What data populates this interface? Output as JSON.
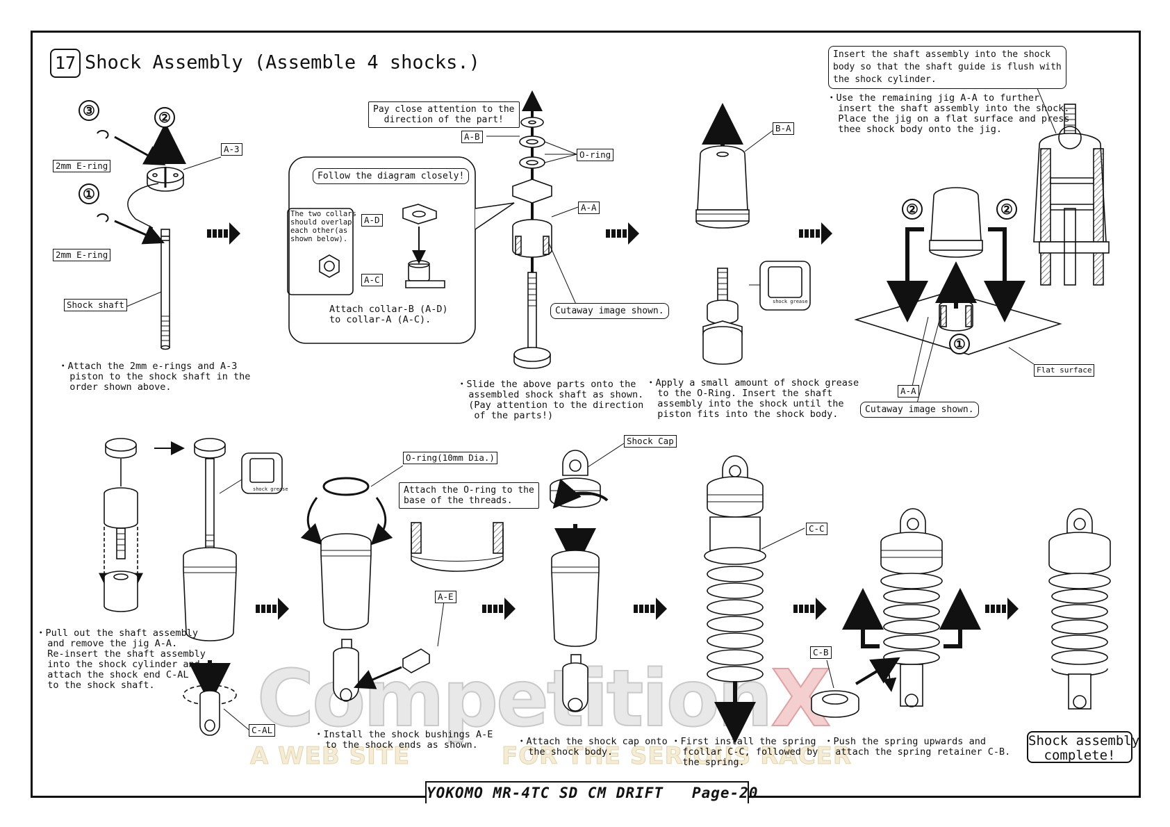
{
  "header": {
    "step_number": "17",
    "title": "Shock Assembly (Assemble 4 shocks.)"
  },
  "step1": {
    "markers": [
      "③",
      "②",
      "①"
    ],
    "labels": {
      "ering_top": "2mm E-ring",
      "ering_bottom": "2mm E-ring",
      "piston": "A-3",
      "shaft": "Shock shaft"
    },
    "note": "・Attach the 2mm e-rings and A-3\n  piston to the shock shaft in the\n  order shown above."
  },
  "step2": {
    "callout_title": "Follow the diagram closely!",
    "collar_note": "The two collars\nshould overlap\neach other(as\nshown below).",
    "labels": {
      "collar_b": "A-D",
      "collar_a": "A-C"
    },
    "collar_caption": "Attach collar-B (A-D)\nto collar-A (A-C).",
    "attention": "Pay close attention to the\ndirection of the part!",
    "part_labels": {
      "ab": "A-B",
      "oring": "O-ring",
      "aa": "A-A"
    },
    "cutaway": "Cutaway image shown.",
    "note": "・Slide the above parts onto the\n  assembled shock shaft as shown.\n  (Pay attention to the direction\n   of the parts!)"
  },
  "step3": {
    "label": "B-A",
    "grease": "shock grease",
    "note": "・Apply a small amount of shock grease\n  to the O-Ring. Insert the shaft\n  assembly into the shock until the\n  piston fits into the shock body."
  },
  "step4": {
    "instruction_box": "Insert the shaft assembly into the shock\nbody so that the shaft guide is flush with\nthe shock cylinder.",
    "note": "・Use the remaining jig A-A to further\n  insert the shaft assembly into the shock.\n  Place the jig on a flat surface and press\n  thee shock body onto the jig.",
    "markers": [
      "②",
      "②",
      "①"
    ],
    "flat_surface": "Flat surface",
    "jig_label": "A-A",
    "cutaway": "Cutaway image shown."
  },
  "step5": {
    "grease": "shock grease",
    "end_label": "C-AL",
    "note": "・Pull out the shaft assembly\n  and remove the jig A-A.\n  Re-insert the shaft assembly\n  into the shock cylinder and\n  attach the shock end C-AL\n  to the shock shaft."
  },
  "step6": {
    "oring_label": "O-ring(10mm Dia.)",
    "oring_note": "Attach the O-ring to the\nbase of the threads.",
    "bushing_label": "A-E",
    "note": "・Install the shock bushings A-E\n  to the shock ends as shown."
  },
  "step7": {
    "cap_label": "Shock Cap",
    "note": "・Attach the shock cap onto\n  the shock body."
  },
  "step8": {
    "collar_label": "C-C",
    "note": "・First install the spring\n  fcollar C-C, followed by\n  the spring."
  },
  "step9": {
    "retainer_label": "C-B",
    "note": "・Push the spring upwards and\n  attach the spring retainer C-B."
  },
  "complete": "Shock assembly\ncomplete!",
  "footer": "YOKOMO MR-4TC SD CM DRIFT   Page-20",
  "watermark": {
    "main_prefix": "Competition",
    "main_suffix": "X",
    "tagline_left": "A WEB SITE",
    "tagline_right": "FOR THE SERIOUS RACER"
  },
  "colors": {
    "ink": "#111111",
    "paper": "#ffffff",
    "watermark_red": "#e2a0a0",
    "watermark_tan": "#e3d3a8"
  }
}
